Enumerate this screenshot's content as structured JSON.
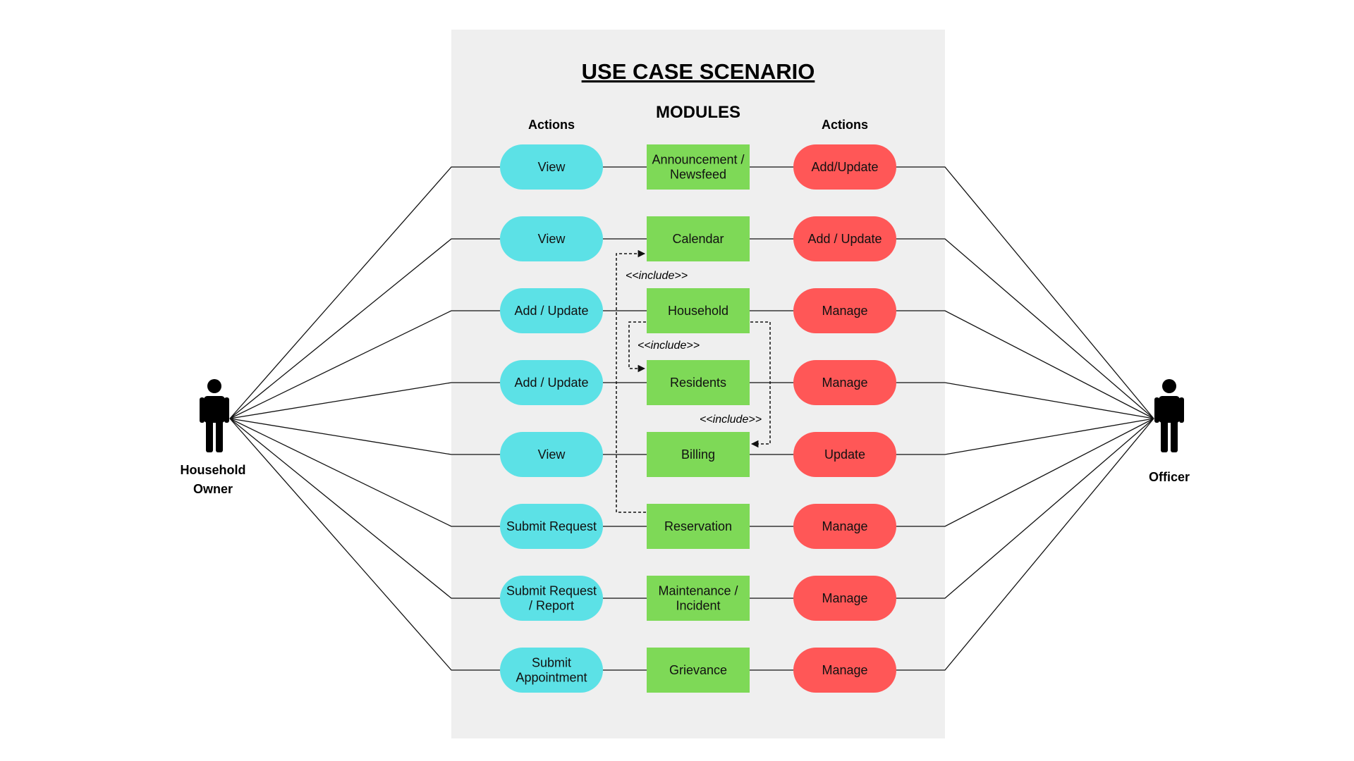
{
  "title": "USE CASE SCENARIO",
  "modules_heading": "MODULES",
  "left_heading": "Actions",
  "right_heading": "Actions",
  "actors": {
    "left": [
      "Household",
      "Owner"
    ],
    "right": [
      "Officer"
    ]
  },
  "rows": [
    {
      "left": [
        "View"
      ],
      "module": [
        "Announcement /",
        "Newsfeed"
      ],
      "right": [
        "Add/Update"
      ]
    },
    {
      "left": [
        "View"
      ],
      "module": [
        "Calendar"
      ],
      "right": [
        "Add / Update"
      ]
    },
    {
      "left": [
        "Add / Update"
      ],
      "module": [
        "Household"
      ],
      "right": [
        "Manage"
      ]
    },
    {
      "left": [
        "Add / Update"
      ],
      "module": [
        "Residents"
      ],
      "right": [
        "Manage"
      ]
    },
    {
      "left": [
        "View"
      ],
      "module": [
        "Billing"
      ],
      "right": [
        "Update"
      ]
    },
    {
      "left": [
        "Submit Request"
      ],
      "module": [
        "Reservation"
      ],
      "right": [
        "Manage"
      ]
    },
    {
      "left": [
        "Submit Request",
        "/ Report"
      ],
      "module": [
        "Maintenance /",
        "Incident"
      ],
      "right": [
        "Manage"
      ]
    },
    {
      "left": [
        "Submit",
        "Appointment"
      ],
      "module": [
        "Grievance"
      ],
      "right": [
        "Manage"
      ]
    }
  ],
  "includes": [
    "<<include>>",
    "<<include>>",
    "<<include>>"
  ],
  "colors": {
    "left_action": "#5ce1e6",
    "module": "#7ed957",
    "right_action": "#ff5757",
    "panel": "#efefef"
  }
}
